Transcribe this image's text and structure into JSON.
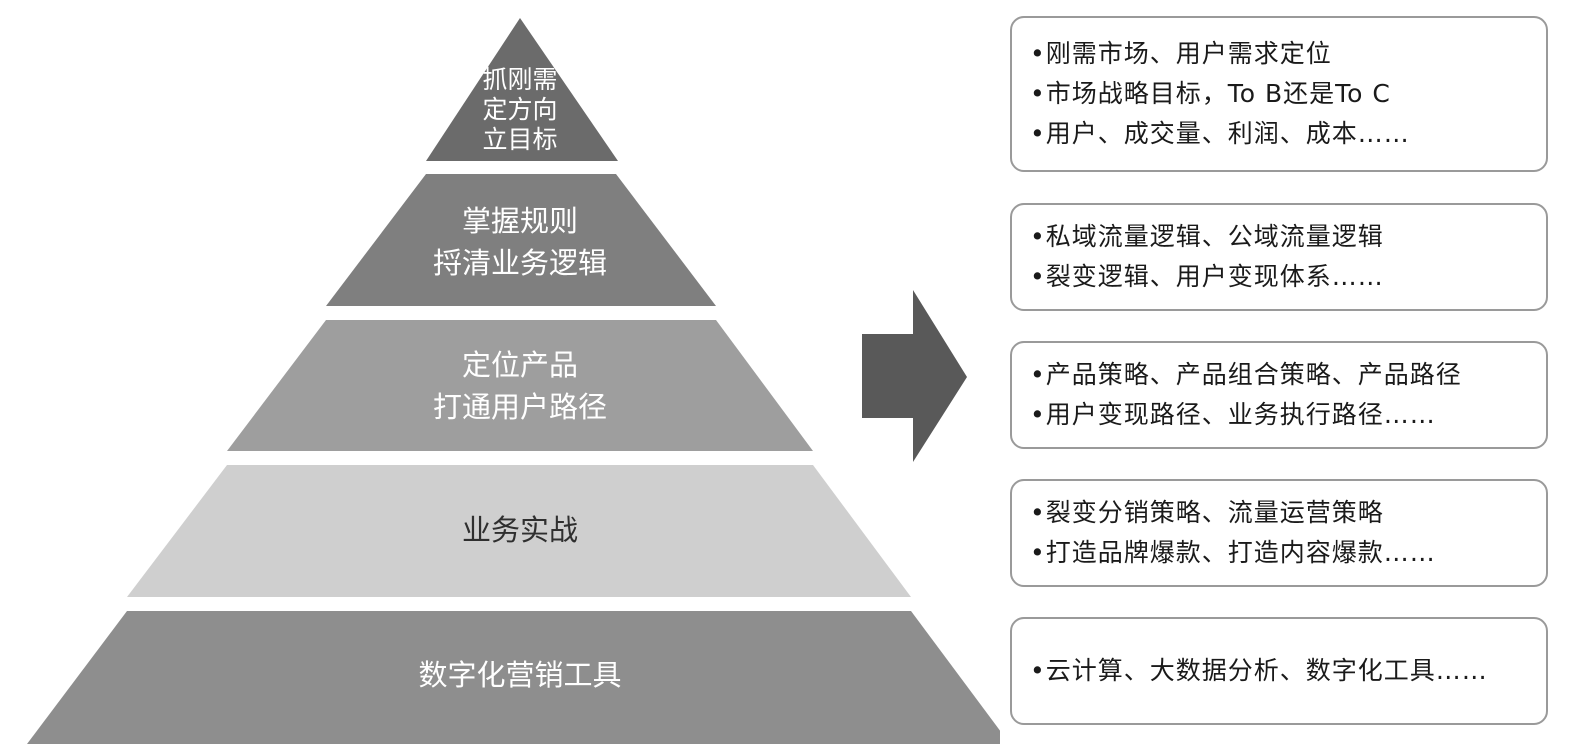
{
  "tiers": [
    {
      "lines": [
        "抓刚需",
        "定方向",
        "立目标"
      ],
      "color": "#6b6b6b"
    },
    {
      "lines": [
        "掌握规则",
        "捋清业务逻辑"
      ],
      "color": "#7f7f7f"
    },
    {
      "lines": [
        "定位产品",
        "打通用户路径"
      ],
      "color": "#9e9e9e"
    },
    {
      "lines": [
        "业务实战"
      ],
      "color": "#cfcfcf"
    },
    {
      "lines": [
        "数字化营销工具"
      ],
      "color": "#8e8e8e"
    }
  ],
  "arrow_color": "#595959",
  "boxes": [
    {
      "lines": [
        "•刚需市场、用户需求定位",
        "•市场战略目标，To B还是To C",
        "•用户、成交量、利润、成本……"
      ]
    },
    {
      "lines": [
        "•私域流量逻辑、公域流量逻辑",
        "•裂变逻辑、用户变现体系……"
      ]
    },
    {
      "lines": [
        "•产品策略、产品组合策略、产品路径",
        "•用户变现路径、业务执行路径……"
      ]
    },
    {
      "lines": [
        "•裂变分销策略、流量运营策略",
        "•打造品牌爆款、打造内容爆款……"
      ]
    },
    {
      "lines": [
        "•云计算、大数据分析、数字化工具……"
      ]
    }
  ]
}
